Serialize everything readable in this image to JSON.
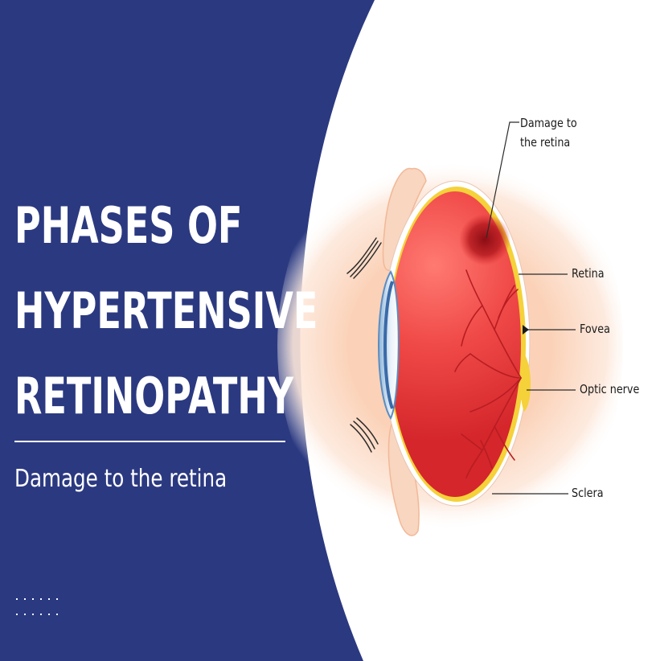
{
  "title_lines": [
    "PHASES OF",
    "HYPERTENSIVE",
    "RETINOPATHY"
  ],
  "subtitle": "Damage to the retina",
  "labels": {
    "damage": "Damage to the retina",
    "retina": "Retina",
    "fovea": "Fovea",
    "optic_nerve": "Optic nerve",
    "sclera": "Sclera"
  },
  "colors": {
    "panel": "#2b3980",
    "eyeball": "#e63a3a",
    "glow": "#fbd2b8",
    "retina_rim": "#f5d13a",
    "lid": "#f8d6c0",
    "vessels": "#b81d22"
  }
}
